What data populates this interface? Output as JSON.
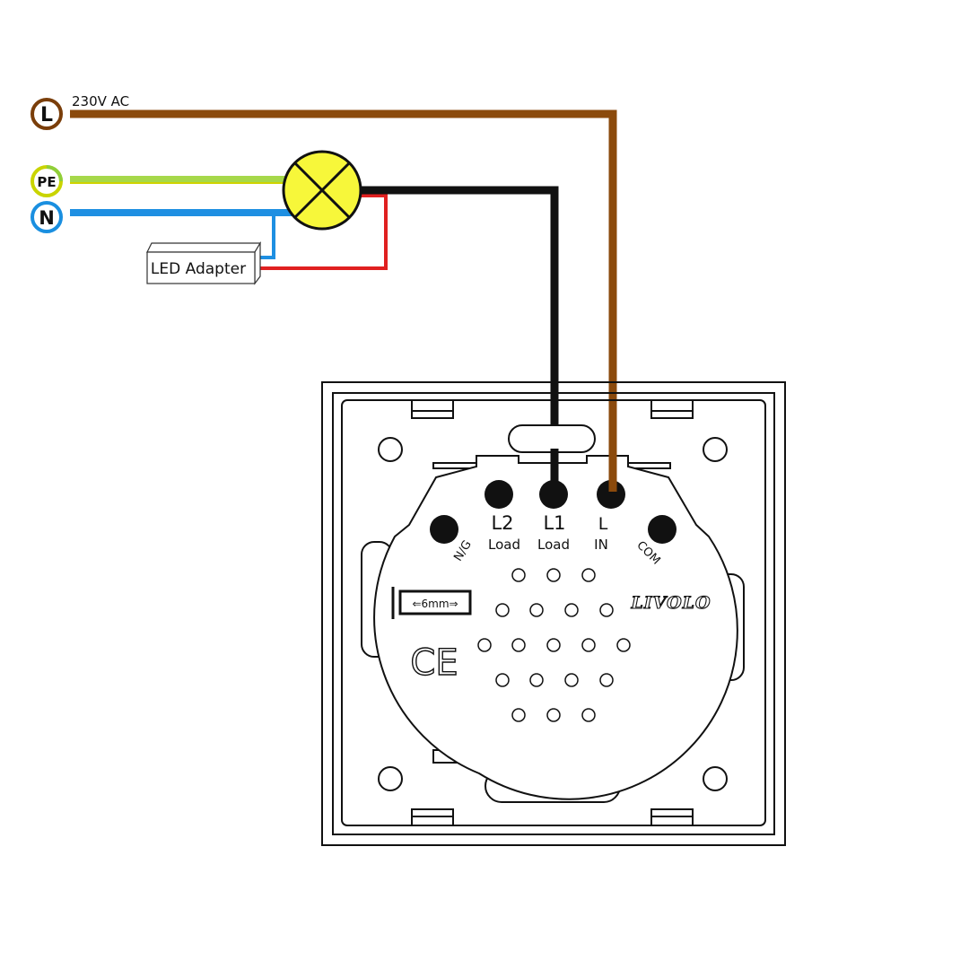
{
  "terminals": {
    "L": {
      "label": "L",
      "color": "#7a3e0a"
    },
    "PE": {
      "label": "PE",
      "color": "#c9d400"
    },
    "N": {
      "label": "N",
      "color": "#1a8fe0"
    }
  },
  "supply_label": "230V AC",
  "adapter_label": "LED Adapter",
  "switch": {
    "terminals": {
      "ng": "N/G",
      "l2": "L2",
      "l2_sub": "Load",
      "l1": "L1",
      "l1_sub": "Load",
      "l": "L",
      "l_sub": "IN",
      "com": "COM"
    },
    "wire_strip": "⇐6mm⇒",
    "brand": "LIVOLO",
    "mark": "CE"
  },
  "colors": {
    "live": "#8b4a0c",
    "earth_a": "#a6d84a",
    "earth_b": "#d4d400",
    "neutral": "#1e8fe2",
    "adapter_wire": "#e02020",
    "load_wire": "#111111",
    "lamp": "#f7f73a",
    "outline": "#111111"
  }
}
